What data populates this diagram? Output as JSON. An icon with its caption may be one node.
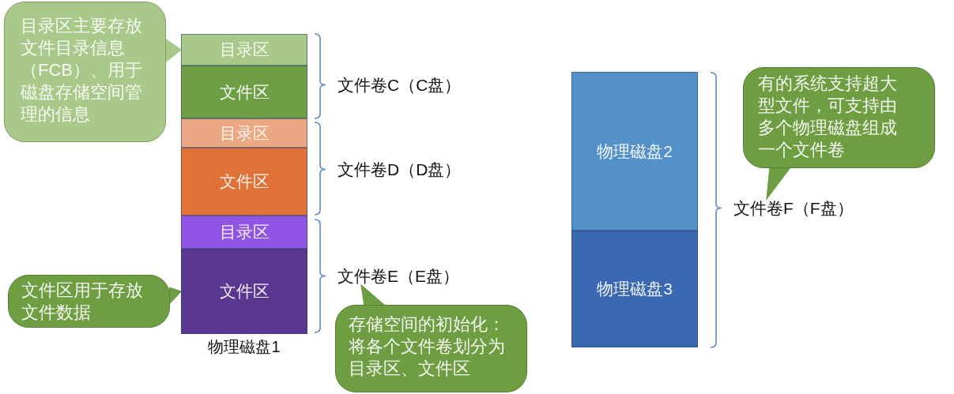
{
  "diagram": {
    "nodes": [
      {
        "text": [
          "目录区主要存放文件目录信息（FCB）、用于磁盘存储空间管理的信息"
        ]
      },
      {
        "text": [
          "物理磁盘1"
        ]
      },
      {
        "text": [
          "目录区"
        ],
        "in": 1
      },
      {
        "text": [
          "文件区"
        ],
        "in": 1
      },
      {
        "text": [
          "目录区"
        ],
        "in": 1
      },
      {
        "text": [
          "文件区"
        ],
        "in": 1
      },
      {
        "text": [
          "目录区"
        ],
        "in": 1
      },
      {
        "text": [
          "文件区"
        ],
        "in": 1
      },
      {
        "text": [
          "文件卷C（C盘）"
        ]
      },
      {
        "text": [
          "文件卷D（D盘）"
        ]
      },
      {
        "text": [
          "文件卷E（E盘）"
        ]
      },
      {
        "text": [
          "文件区用于存放文件数据"
        ]
      },
      {
        "text": [
          "存储空间的初始化：将各个文件卷划分为目录区、文件区"
        ]
      },
      {
        "text": [
          "物理磁盘2"
        ]
      },
      {
        "text": [
          "物理磁盘3"
        ]
      },
      {
        "text": [
          "有的系统支持超大型文件，可支持由多个物理磁盘组成一个文件卷"
        ]
      },
      {
        "text": [
          "文件卷F（F盘）"
        ]
      }
    ],
    "edges": [
      {
        "from": 0,
        "to": 2,
        "arrow": "to",
        "color": "#a9c98b"
      },
      {
        "from": 11,
        "to": 7,
        "arrow": "to"
      },
      {
        "from": 12,
        "to": 10,
        "arrow": "to"
      },
      {
        "from": 15,
        "to": 16,
        "arrow": "to"
      }
    ]
  }
}
